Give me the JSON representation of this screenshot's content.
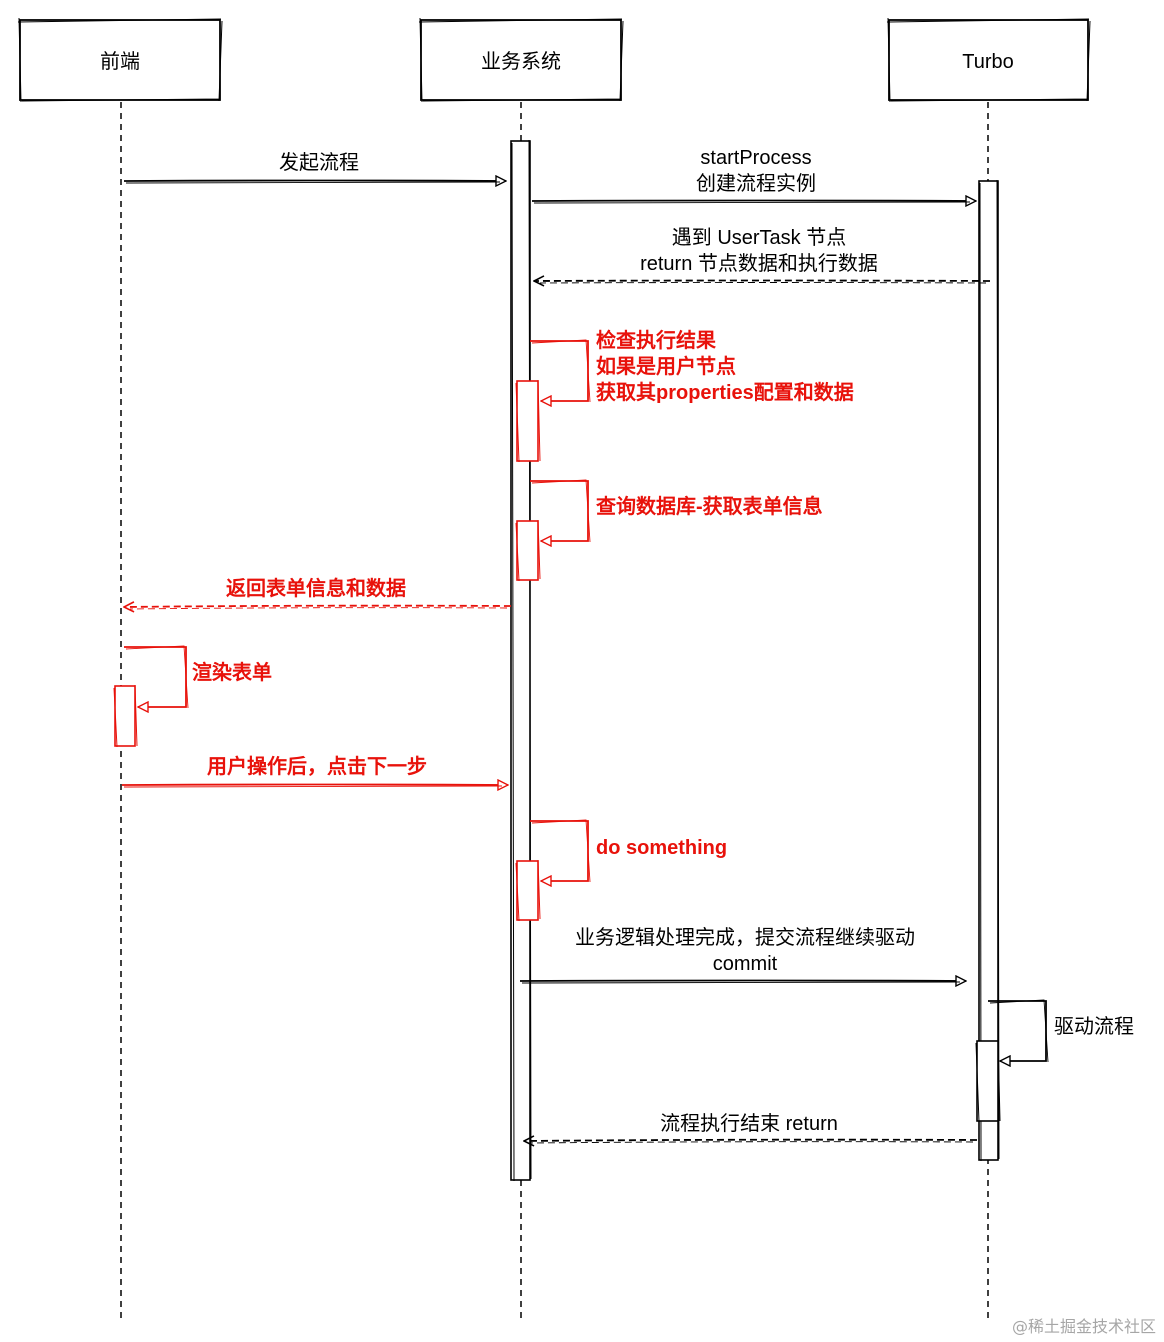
{
  "participants": [
    {
      "id": "frontend",
      "label": "前端"
    },
    {
      "id": "business",
      "label": "业务系统"
    },
    {
      "id": "turbo",
      "label": "Turbo"
    }
  ],
  "messages": {
    "start_flow": "发起流程",
    "start_process_1": "startProcess",
    "start_process_2": "创建流程实例",
    "usertask_1": "遇到 UserTask 节点",
    "usertask_2": "return 节点数据和执行数据",
    "check_1": "检查执行结果",
    "check_2": "如果是用户节点",
    "check_3": "获取其properties配置和数据",
    "query_db": "查询数据库-获取表单信息",
    "return_form": "返回表单信息和数据",
    "render_form": "渲染表单",
    "user_next": "用户操作后，点击下一步",
    "do_something": "do something",
    "commit_1": "业务逻辑处理完成，提交流程继续驱动",
    "commit_2": "commit",
    "drive_flow": "驱动流程",
    "end_return": "流程执行结束 return"
  },
  "watermark": "@稀土掘金技术社区",
  "colors": {
    "line": "#000000",
    "highlight": "#e8120b",
    "background": "#ffffff"
  }
}
